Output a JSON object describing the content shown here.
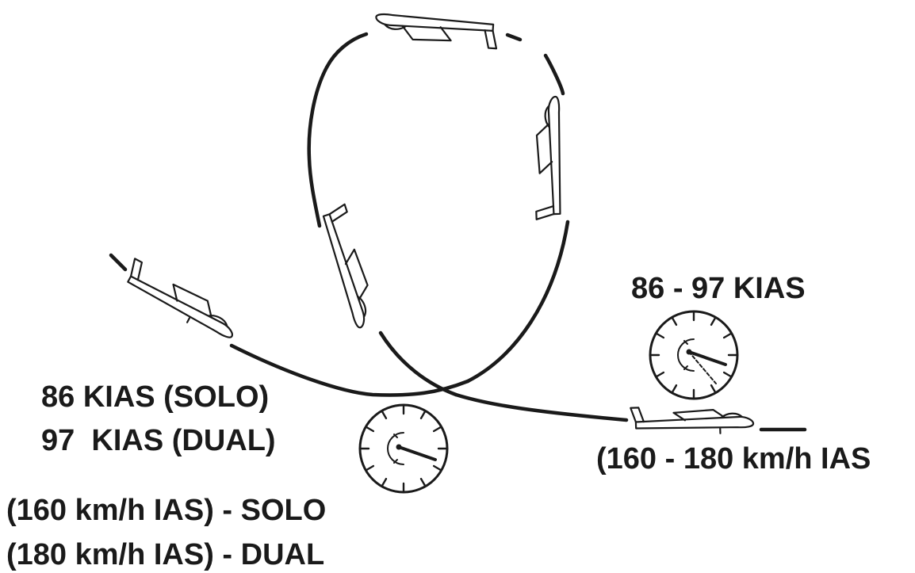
{
  "labels": {
    "entry_solo_kias": "86 KIAS (SOLO)",
    "entry_dual_kias": "97  KIAS (DUAL)",
    "entry_solo_kmh": "(160 km/h IAS) - SOLO",
    "entry_dual_kmh": "(180 km/h IAS) - DUAL",
    "exit_kias": "86 - 97 KIAS",
    "exit_kmh": "(160 - 180 km/h IAS"
  },
  "figure": {
    "maneuver": "loop",
    "ink_color": "#1a1a1a",
    "background_color": "#ffffff",
    "gliders": [
      "entry-glider",
      "climbing-glider",
      "inverted-glider",
      "descending-glider",
      "vertical-descent-glider",
      "exit-glider"
    ],
    "airspeed_indicators": [
      "entry-airspeed-indicator",
      "exit-airspeed-indicator"
    ]
  }
}
